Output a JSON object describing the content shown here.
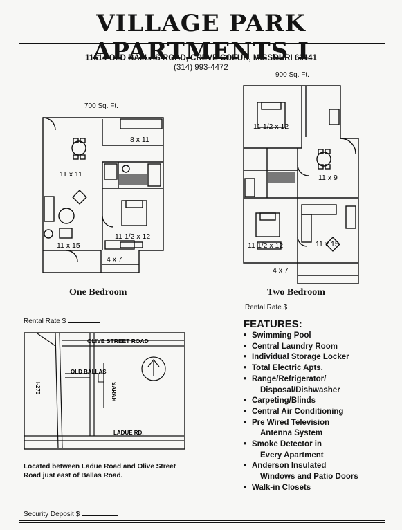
{
  "header": {
    "title": "VILLAGE PARK APARTMENTS I",
    "address": "11614 OLD BALLAS ROAD, CREVE COEUR, MISSOURI 63141",
    "phone": "(314) 993-4472"
  },
  "one_bedroom": {
    "sqft": "700 Sq. Ft.",
    "label": "One Bedroom",
    "rooms": [
      "8 x 11",
      "11 x 11",
      "11 x 15",
      "11 1/2 x 12",
      "4 x 7"
    ],
    "rental_rate_label": "Rental Rate $"
  },
  "two_bedroom": {
    "sqft": "900 Sq. Ft.",
    "label": "Two Bedroom",
    "rooms": [
      "11 1/2 x 12",
      "11 x 9",
      "11 1/2 x 12",
      "11 x 15",
      "4 x 7"
    ],
    "rental_rate_label": "Rental Rate $"
  },
  "map": {
    "olive": "OLIVE  STREET  ROAD",
    "old_ballas": "OLD BALLAS",
    "sarah": "SARAH",
    "i270": "I-270",
    "ladue": "LADUE RD."
  },
  "location_text": "Located between Ladue Road and Olive Street Road just east of Ballas Road.",
  "features": {
    "title": "FEATURES:",
    "items": [
      {
        "line1": "Swimming Pool"
      },
      {
        "line1": "Central Laundry Room"
      },
      {
        "line1": "Individual Storage Locker"
      },
      {
        "line1": "Total Electric Apts."
      },
      {
        "line1": "Range/Refrigerator/",
        "line2": "Disposal/Dishwasher"
      },
      {
        "line1": "Carpeting/Blinds"
      },
      {
        "line1": "Central Air Conditioning"
      },
      {
        "line1": "Pre Wired Television",
        "line2": "Antenna System"
      },
      {
        "line1": "Smoke Detector in",
        "line2": "Every Apartment"
      },
      {
        "line1": "Anderson Insulated",
        "line2": "Windows and Patio Doors"
      },
      {
        "line1": "Walk-in Closets"
      }
    ]
  },
  "security_deposit_label": "Security Deposit $"
}
